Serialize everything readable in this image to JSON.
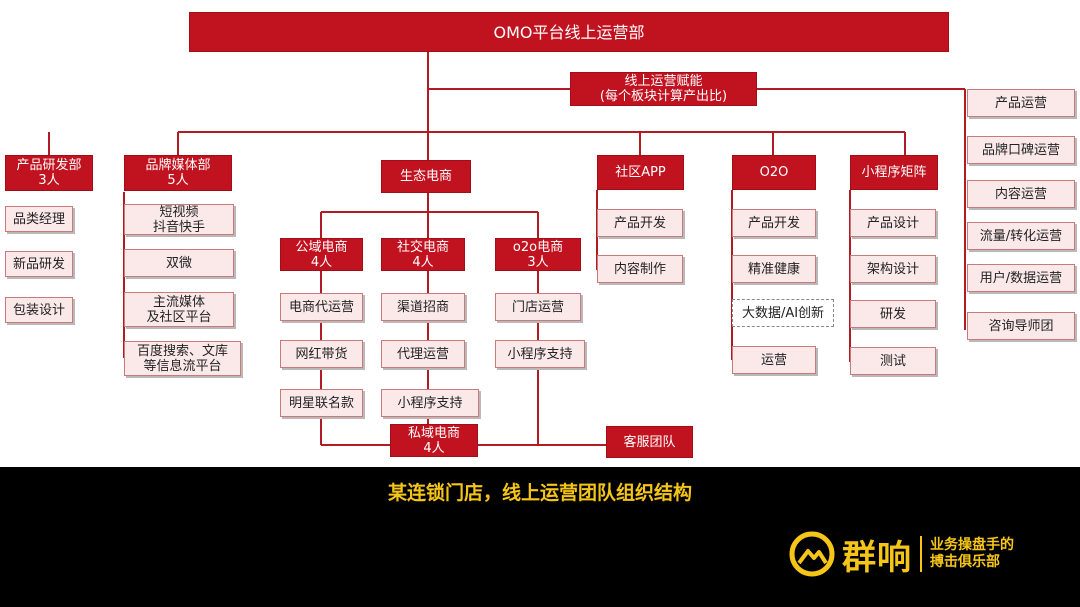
{
  "org": {
    "top": "OMO平台线上运营部",
    "empower": "线上运营赋能\n(每个板块计算产出比)",
    "depts": {
      "product_rd": "产品研发部\n3人",
      "brand_media": "品牌媒体部\n5人",
      "ecology": "生态电商",
      "community_app": "社区APP",
      "o2o": "O2O",
      "miniprogram": "小程序矩阵"
    },
    "product_rd_items": [
      "品类经理",
      "新品研发",
      "包装设计"
    ],
    "brand_media_items": [
      "短视频\n抖音快手",
      "双微",
      "主流媒体\n及社区平台",
      "百度搜索、文库\n等信息流平台"
    ],
    "ecology_subs": {
      "public": "公域电商\n4人",
      "social": "社交电商\n4人",
      "o2o_sub": "o2o电商\n3人",
      "private": "私域电商\n4人",
      "service": "客服团队"
    },
    "public_items": [
      "电商代运营",
      "网红带货",
      "明星联名款"
    ],
    "social_items": [
      "渠道招商",
      "代理运营",
      "小程序支持"
    ],
    "o2o_sub_items": [
      "门店运营",
      "小程序支持"
    ],
    "community_items": [
      "产品开发",
      "内容制作"
    ],
    "o2o_items": [
      "产品开发",
      "精准健康",
      "大数据/AI创新",
      "运营"
    ],
    "mini_items": [
      "产品设计",
      "架构设计",
      "研发",
      "测试"
    ],
    "right_items": [
      "产品运营",
      "品牌口碑运营",
      "内容运营",
      "流量/转化运营",
      "用户/数据运营",
      "咨询导师团"
    ]
  },
  "caption": "某连锁门店，线上运营团队组织结构",
  "brand": {
    "name": "群响",
    "slogan": "业务操盘手的\n搏击俱乐部",
    "color": "#f5c518"
  },
  "colors": {
    "header_red": "#c1121f",
    "sub_pink": "#fbe9e9",
    "line_red": "#b01c22"
  }
}
